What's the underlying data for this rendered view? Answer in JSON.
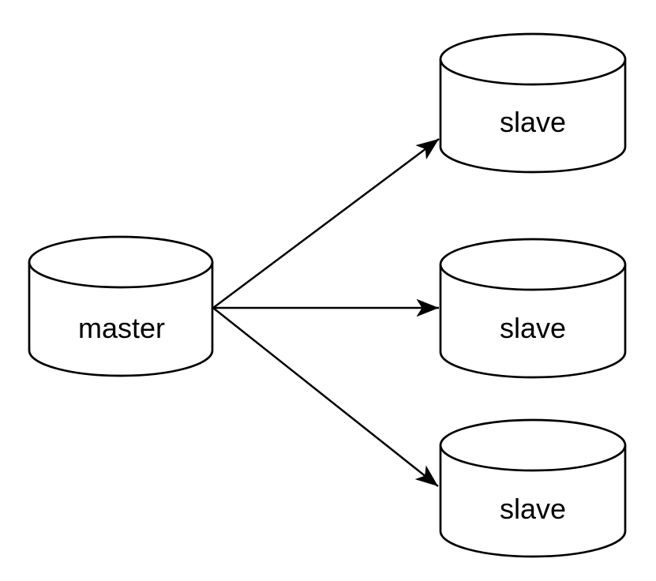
{
  "diagram": {
    "background_color": "#ffffff",
    "stroke_color": "#000000",
    "node_fill_color": "#ffffff",
    "nodes": [
      {
        "id": "master",
        "label": "master",
        "shape": "cylinder"
      },
      {
        "id": "slave-top",
        "label": "slave",
        "shape": "cylinder"
      },
      {
        "id": "slave-middle",
        "label": "slave",
        "shape": "cylinder"
      },
      {
        "id": "slave-bottom",
        "label": "slave",
        "shape": "cylinder"
      }
    ],
    "edges": [
      {
        "from": "master",
        "to": "slave-top",
        "style": "solid",
        "arrowhead": "filled-triangle"
      },
      {
        "from": "master",
        "to": "slave-middle",
        "style": "solid",
        "arrowhead": "filled-triangle"
      },
      {
        "from": "master",
        "to": "slave-bottom",
        "style": "solid",
        "arrowhead": "filled-triangle"
      }
    ]
  }
}
